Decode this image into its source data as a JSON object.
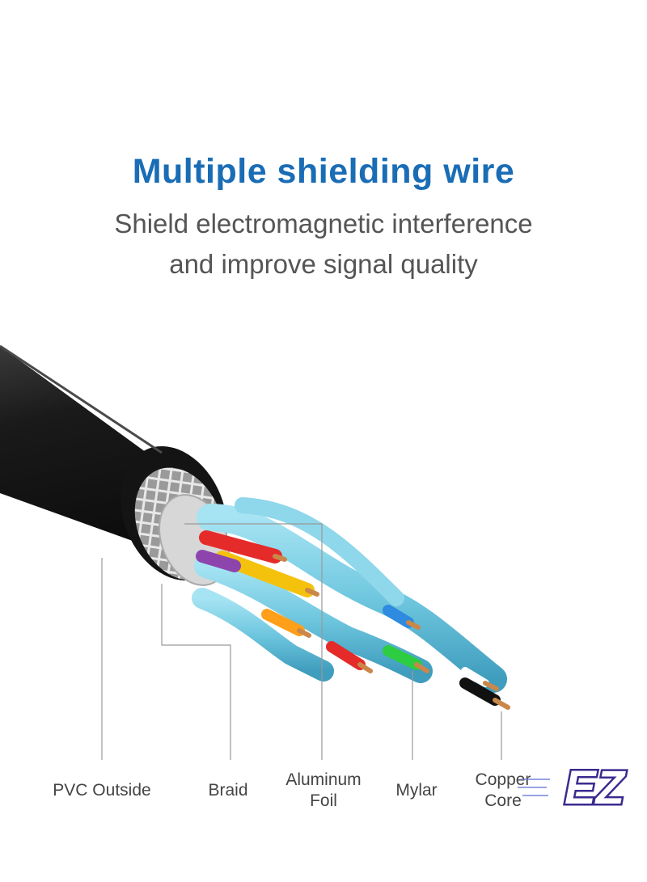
{
  "heading": {
    "title": "Multiple shielding wire",
    "subtitle_line1": "Shield electromagnetic interference",
    "subtitle_line2": "and improve signal quality"
  },
  "labels": [
    {
      "line1": "PVC Outside",
      "line2": ""
    },
    {
      "line1": "Braid",
      "line2": ""
    },
    {
      "line1": "Aluminum",
      "line2": "Foil"
    },
    {
      "line1": "Mylar",
      "line2": ""
    },
    {
      "line1": "Copper",
      "line2": "Core"
    }
  ],
  "logo": {
    "text": "EZ"
  },
  "colors": {
    "title": "#1a6db5",
    "subtitle": "#555555",
    "jacket": "#1c1c1c",
    "mylar": "#7fd3e8",
    "foil": "#c8c8c8",
    "copper": "#c9874a",
    "wires": [
      "#e52a2a",
      "#f4c20d",
      "#8e44ad",
      "#ff9f1a",
      "#2e8be0",
      "#2ecc40",
      "#ffffff",
      "#111111"
    ],
    "logo": "#3b2a8f"
  }
}
